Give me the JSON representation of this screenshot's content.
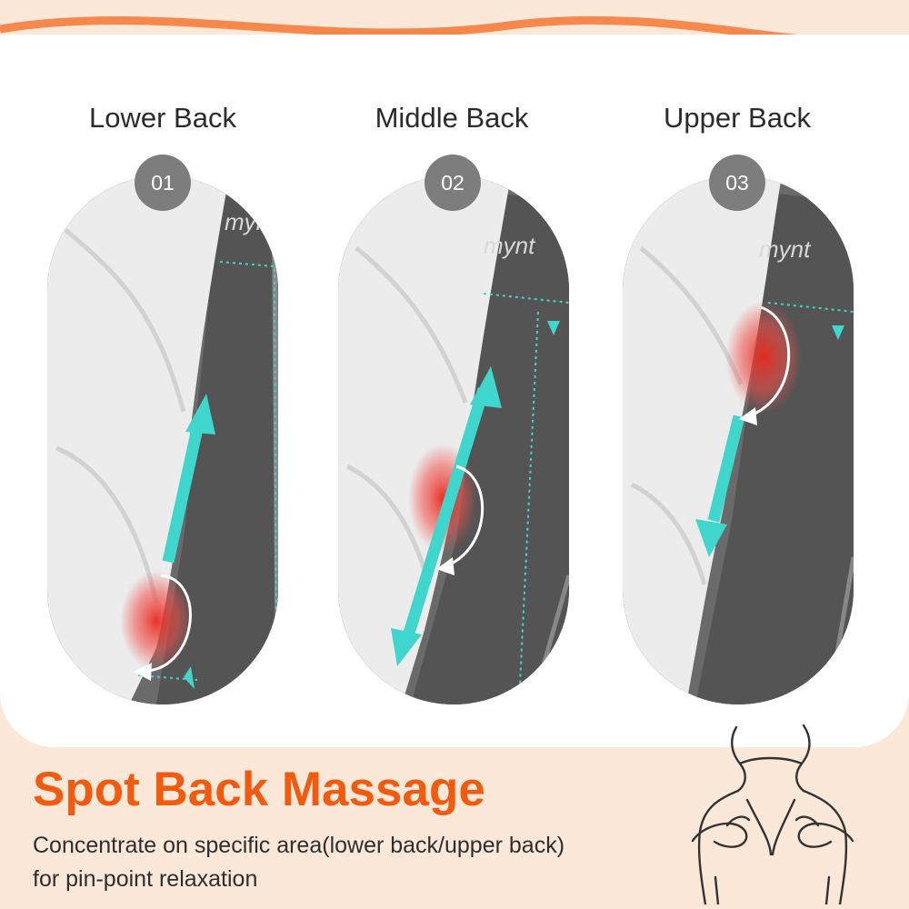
{
  "zones": [
    {
      "title": "Lower Back",
      "number": "01",
      "brand": "mynt"
    },
    {
      "title": "Middle Back",
      "number": "02",
      "brand": "mynt"
    },
    {
      "title": "Upper Back",
      "number": "03",
      "brand": "mynt"
    }
  ],
  "headline": "Spot Back Massage",
  "description": {
    "line1": "Concentrate on specific area(lower back/upper back)",
    "line2": "for pin-point relaxation"
  },
  "colors": {
    "accent": "#f25a0f",
    "badge": "#7d7d7d",
    "arrow": "#3fd6cd",
    "heat": "#e8281e",
    "background": "#fbe8d9"
  },
  "icons": [
    "massage-body-icon",
    "double-arrow-icon",
    "rotation-arrow-icon"
  ]
}
